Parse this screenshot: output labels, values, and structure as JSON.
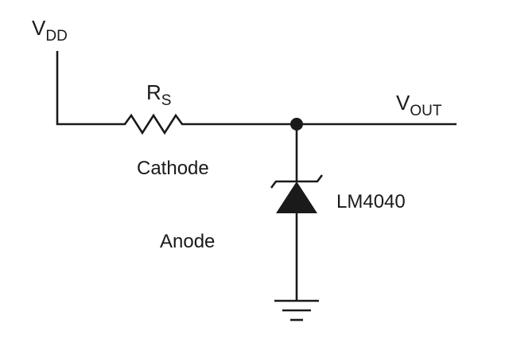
{
  "labels": {
    "supply_main": "V",
    "supply_sub": "DD",
    "resistor_main": "R",
    "resistor_sub": "S",
    "output_main": "V",
    "output_sub": "OUT",
    "cathode": "Cathode",
    "anode": "Anode",
    "part_number": "LM4040"
  }
}
